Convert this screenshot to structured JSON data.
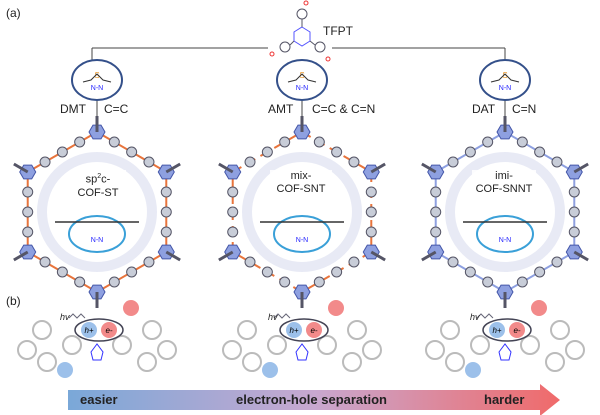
{
  "panel_a": {
    "label": "(a)",
    "monomer": "TFPT",
    "branches": [
      {
        "linker": "DMT",
        "bond": "C=C",
        "cof_prefix": "sp",
        "cof_sup": "2",
        "cof_line1_rest": "c-",
        "cof_line2": "COF-ST"
      },
      {
        "linker": "AMT",
        "bond": "C=C & C=N",
        "cof_prefix": "mix-",
        "cof_sup": "",
        "cof_line1_rest": "",
        "cof_line2": "COF-SNT"
      },
      {
        "linker": "DAT",
        "bond": "C=N",
        "cof_prefix": "imi-",
        "cof_sup": "",
        "cof_line1_rest": "",
        "cof_line2": "COF-SNNT"
      }
    ]
  },
  "panel_b": {
    "label": "(b)",
    "photon": "hv",
    "hole": "h+",
    "electron": "e-",
    "arrow": {
      "left": "easier",
      "center": "electron-hole separation",
      "right": "harder"
    }
  },
  "colors": {
    "node": "#8ea0e0",
    "linker_cc": "#e8743c",
    "arrow_start": "#7aa8d8",
    "arrow_end": "#f06a6a"
  }
}
